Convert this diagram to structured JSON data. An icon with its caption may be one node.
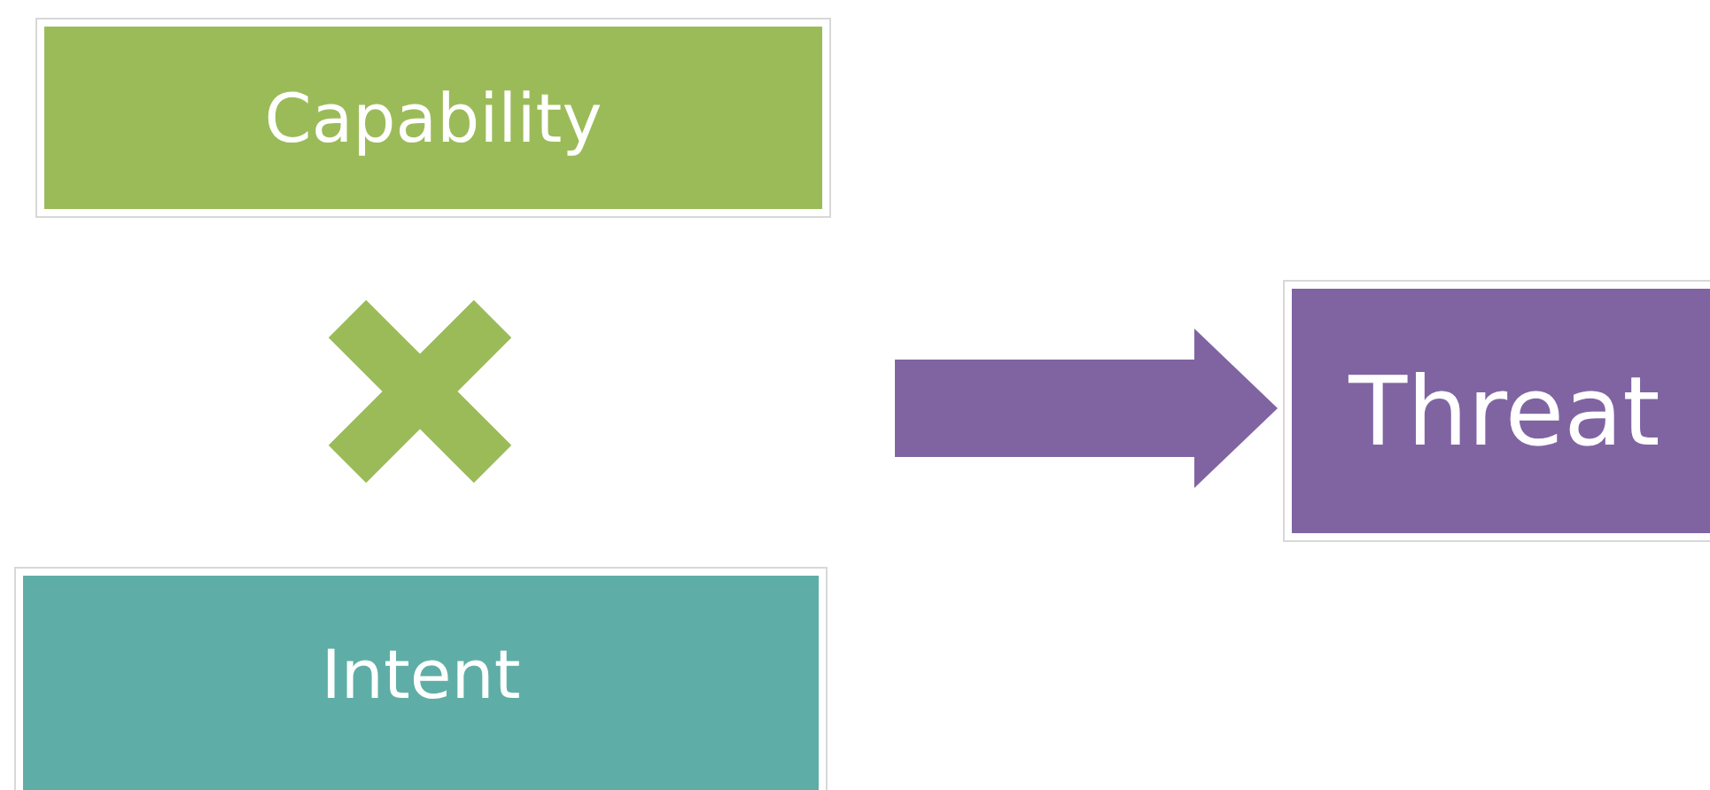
{
  "diagram": {
    "nodes": [
      {
        "text": [
          "Capability"
        ]
      },
      {
        "text": [
          "Intent"
        ]
      },
      {
        "text": [
          "Threat"
        ]
      }
    ],
    "edges": [
      {
        "from": null,
        "to": 2,
        "arrow": "to"
      }
    ]
  }
}
